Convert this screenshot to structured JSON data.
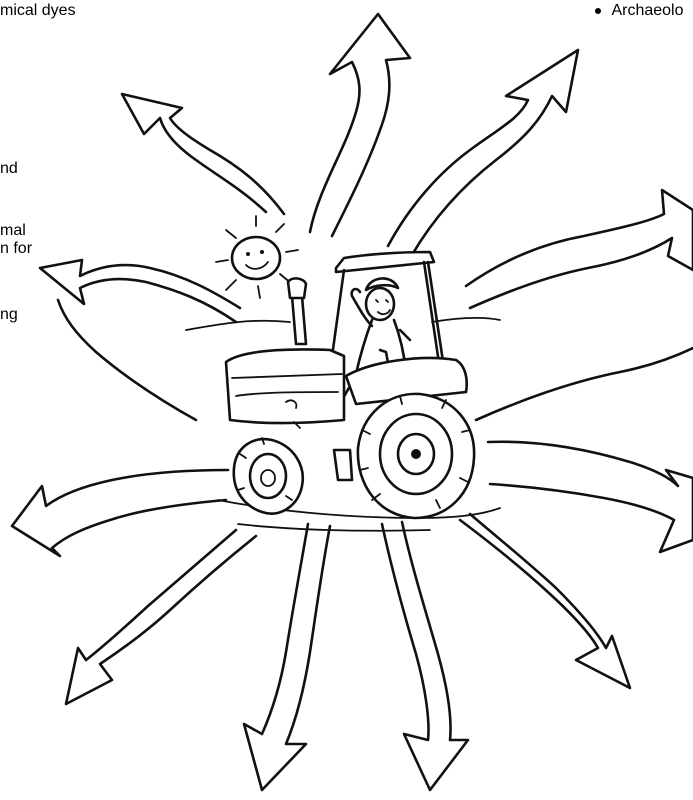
{
  "left_text_fragments": [
    "mical dyes",
    "nd",
    "mal",
    "n for",
    "ng"
  ],
  "right_text_fragment": "Archaeolo",
  "right_bullet": "•",
  "illustration": {
    "subject": "tractor-with-farmer-and-sun",
    "icons": [
      "sun-icon",
      "tractor-icon",
      "farmer-icon",
      "radiating-arrow-icon"
    ]
  },
  "colors": {
    "ink": "#111111",
    "background": "#ffffff"
  }
}
